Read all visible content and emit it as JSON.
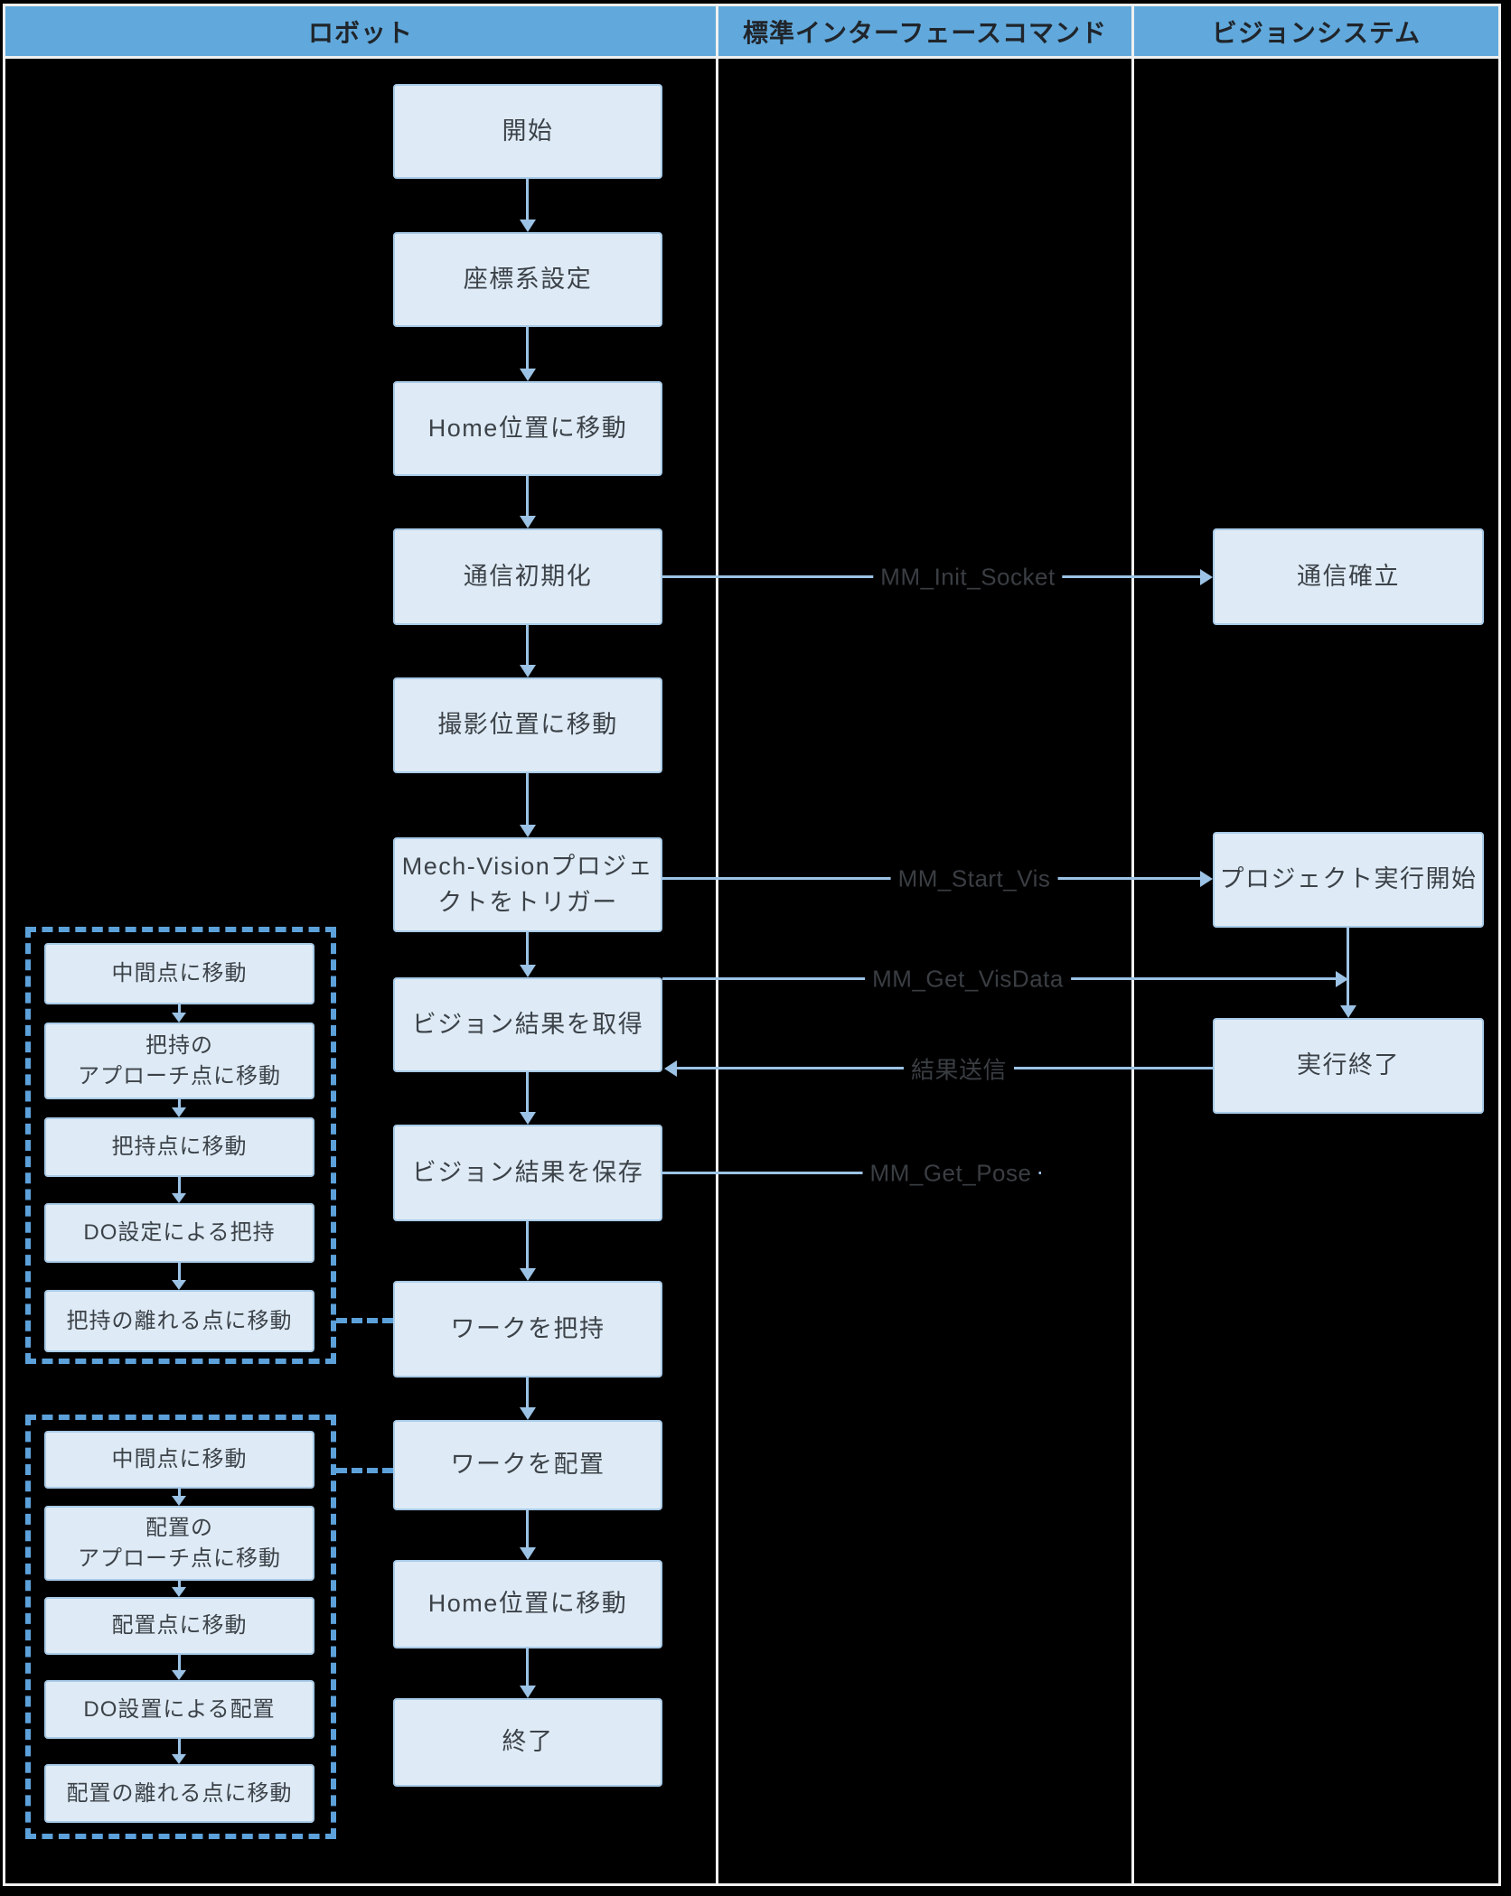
{
  "header": {
    "columns": [
      {
        "label": "ロボット"
      },
      {
        "label": "標準インターフェースコマンド"
      },
      {
        "label": "ビジョンシステム"
      }
    ]
  },
  "robot_flow": [
    {
      "label": "開始"
    },
    {
      "label": "座標系設定"
    },
    {
      "label": "Home位置に移動"
    },
    {
      "label": "通信初期化"
    },
    {
      "label": "撮影位置に移動"
    },
    {
      "label": "Mech-Visionプロジェ\nクトをトリガー"
    },
    {
      "label": "ビジョン結果を取得"
    },
    {
      "label": "ビジョン結果を保存"
    },
    {
      "label": "ワークを把持"
    },
    {
      "label": "ワークを配置"
    },
    {
      "label": "Home位置に移動"
    },
    {
      "label": "終了"
    }
  ],
  "vision_flow": [
    {
      "label": "通信確立"
    },
    {
      "label": "プロジェクト実行開始"
    },
    {
      "label": "実行終了"
    }
  ],
  "commands": [
    {
      "label": "MM_Init_Socket"
    },
    {
      "label": "MM_Start_Vis"
    },
    {
      "label": "MM_Get_VisData"
    },
    {
      "label": "結果送信"
    },
    {
      "label": "MM_Get_Pose"
    }
  ],
  "grasp_group": {
    "steps": [
      {
        "label": "中間点に移動"
      },
      {
        "label": "把持の\nアプローチ点に移動"
      },
      {
        "label": "把持点に移動"
      },
      {
        "label": "DO設定による把持"
      },
      {
        "label": "把持の離れる点に移動"
      }
    ]
  },
  "place_group": {
    "steps": [
      {
        "label": "中間点に移動"
      },
      {
        "label": "配置の\nアプローチ点に移動"
      },
      {
        "label": "配置点に移動"
      },
      {
        "label": "DO設置による配置"
      },
      {
        "label": "配置の離れる点に移動"
      }
    ]
  },
  "colors": {
    "bg": "#000000",
    "grid_line": "#F0F0F0",
    "header_bg": "#61A9DC",
    "header_text": "#20252B",
    "box_bg": "#DEEBF6",
    "box_border": "#A9CBE8",
    "box_text": "#3C4248",
    "arrow": "#9CC3E5",
    "dashed": "#5CA1DA",
    "label_text": "#3A3E43"
  }
}
